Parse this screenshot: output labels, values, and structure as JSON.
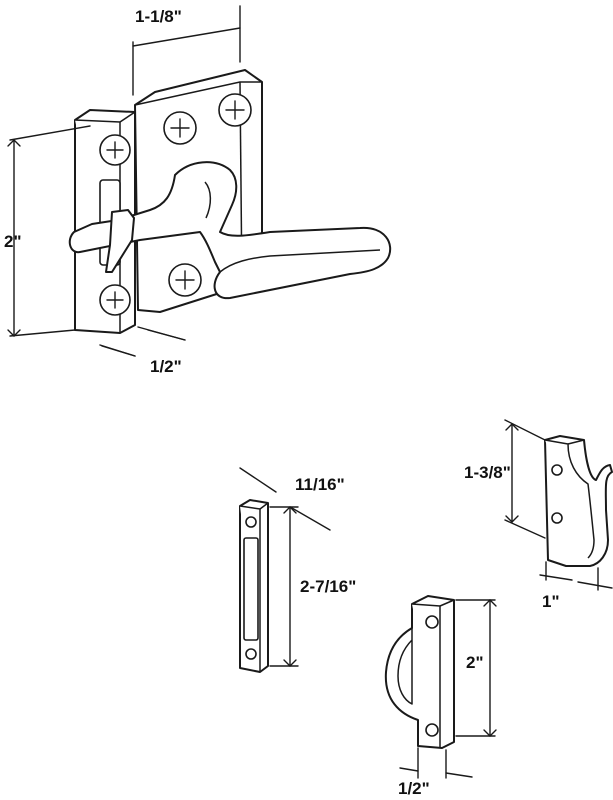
{
  "dimensions": {
    "latch_width": "1-1/8\"",
    "latch_height": "2\"",
    "latch_depth": "1/2\"",
    "strike_width": "11/16\"",
    "strike_height": "2-7/16\"",
    "hook_large_height": "1-3/8\"",
    "hook_large_width": "1\"",
    "hook_small_height": "2\"",
    "hook_small_width": "1/2\""
  }
}
